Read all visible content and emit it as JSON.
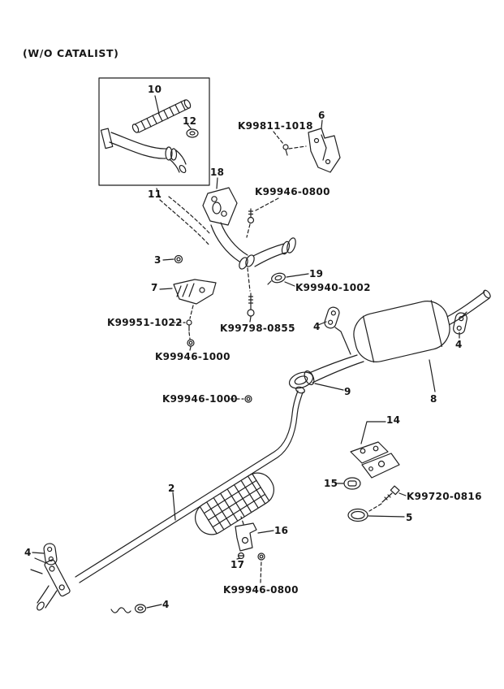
{
  "colors": {
    "ink": "#1f1f1f",
    "paper": "#ffffff"
  },
  "labels": {
    "title": "(W/O CATALIST)",
    "part2": "2",
    "part3": "3",
    "part4": "4",
    "part5": "5",
    "part6": "6",
    "part7": "7",
    "part8": "8",
    "part9": "9",
    "part10": "10",
    "part11": "11",
    "part12": "12",
    "part14": "14",
    "part15": "15",
    "part16": "16",
    "part17": "17",
    "part18": "18",
    "part19": "19",
    "k99811_1018": "K99811-1018",
    "k99946_0800": "K99946-0800",
    "k99940_1002": "K99940-1002",
    "k99951_1022": "K99951-1022",
    "k99798_0855": "K99798-0855",
    "k99946_1000": "K99946-1000",
    "k99720_0816": "K99720-0816"
  }
}
